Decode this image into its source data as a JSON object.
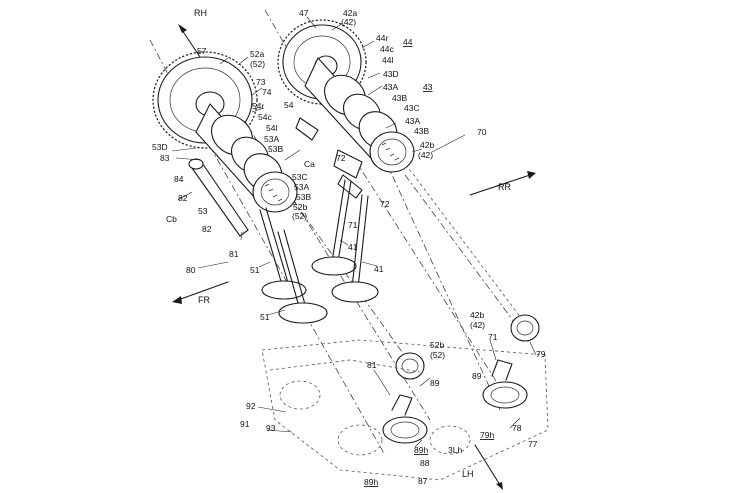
{
  "directions": {
    "rh": "RH",
    "rr": "RR",
    "fr": "FR",
    "lh": "LH"
  },
  "labels": {
    "n47": "47",
    "n42a": "42a",
    "n42a_sub": "(42)",
    "n44r": "44r",
    "n44": "44",
    "n44c": "44c",
    "n44l": "44l",
    "n43D": "43D",
    "n43": "43",
    "n43A_1": "43A",
    "n43B_1": "43B",
    "n43C": "43C",
    "n43A_2": "43A",
    "n43B_2": "43B",
    "n42b_1": "42b",
    "n42b_1_sub": "(42)",
    "n70": "70",
    "n57": "57",
    "n52a": "52a",
    "n52a_sub": "(52)",
    "n73": "73",
    "n74": "74",
    "n54": "54",
    "n54r": "54r",
    "n54c": "54c",
    "n54l": "54l",
    "n53A_1": "53A",
    "n53B_1": "53B",
    "n53D": "53D",
    "n83": "83",
    "nCa": "Ca",
    "n72_1": "72",
    "n53C": "53C",
    "n53A_2": "53A",
    "n53B_2": "53B",
    "n52b_1": "52b",
    "n52b_1_sub": "(52)",
    "n84": "84",
    "n82_1": "82",
    "nCb": "Cb",
    "n53": "53",
    "n82_2": "82",
    "n81_1": "81",
    "n71_1": "71",
    "n72_2": "72",
    "n41_1": "41",
    "n41_2": "41",
    "n80": "80",
    "n51_1": "51",
    "n51_2": "51",
    "n42b_2": "42b",
    "n42b_2_sub": "(42)",
    "n52b_2": "52b",
    "n52b_2_sub": "(52)",
    "n71_2": "71",
    "n79": "79",
    "n81_2": "81",
    "n89_1": "89",
    "n89_2": "89",
    "n92": "92",
    "n91": "91",
    "n93": "93",
    "n89h_1": "89h",
    "n88": "88",
    "n89h_2": "89h",
    "n3Lh": "3Lh",
    "n79h": "79h",
    "n78": "78",
    "n77": "77",
    "n87": "87"
  }
}
